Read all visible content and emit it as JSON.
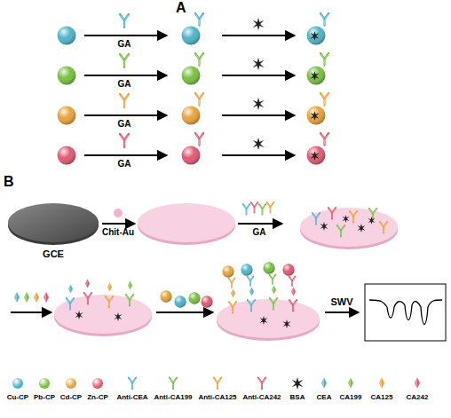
{
  "diagram": {
    "nodes": [
      {
        "text": [
          "GCE"
        ]
      }
    ],
    "labels": [
      "A",
      "GA",
      "GA",
      "GA",
      "GA",
      "B",
      "Chit-Au",
      "GA",
      "SWV"
    ],
    "legend": [
      {
        "text": "Cu-CP",
        "color": "#4fb4c8"
      },
      {
        "text": "Pb-CP",
        "color": "#78c043"
      },
      {
        "text": "Cd-CP",
        "color": "#e8a23c"
      },
      {
        "text": "Zn-CP",
        "color": "#e05a72"
      },
      {
        "text": "Anti-CEA"
      },
      {
        "text": "Anti-CA199"
      },
      {
        "text": "Anti-CA125"
      },
      {
        "text": "Anti-CA242"
      },
      {
        "text": "BSA"
      },
      {
        "text": "CEA"
      },
      {
        "text": "CA199"
      },
      {
        "text": "CA125"
      },
      {
        "text": "CA242"
      }
    ]
  }
}
